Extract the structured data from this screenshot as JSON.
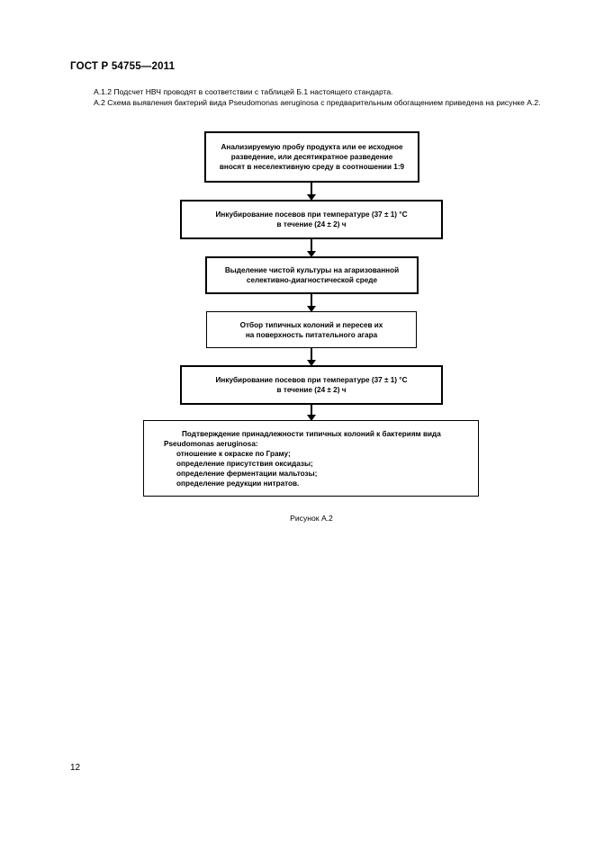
{
  "header": {
    "doc_code": "ГОСТ Р 54755—2011"
  },
  "paragraphs": {
    "p1": "А.1.2 Подсчет НВЧ проводят в соответствии с таблицей Б.1 настоящего стандарта.",
    "p2": "А.2 Схема выявления бактерий вида Pseudomonas aeruginosa с предварительным обогащением приведена на рисунке А.2."
  },
  "flowchart": {
    "step1": [
      "Анализируемую пробу продукта или ее исходное",
      "разведение, или десятикратное разведение",
      "вносят в неселективную среду в соотношении 1:9"
    ],
    "step2": [
      "Инкубирование посевов при температуре (37 ± 1) °С",
      "в течение (24 ± 2) ч"
    ],
    "step3": [
      "Выделение чистой культуры на агаризованной",
      "селективно-диагностической среде"
    ],
    "step4": [
      "Отбор типичных колоний и пересев их",
      "на поверхность питательного агара"
    ],
    "step5": [
      "Инкубирование посевов при температуре (37 ± 1) °С",
      "в течение (24 ± 2) ч"
    ],
    "step6": {
      "title": [
        "Подтверждение принадлежности типичных колоний к бактериям вида",
        "Pseudomonas aeruginosa:"
      ],
      "items": [
        "отношение к окраске по Граму;",
        "определение присутствия оксидазы;",
        "определение ферментации мальтозы;",
        "определение редукции нитратов."
      ]
    }
  },
  "caption": "Рисунок А.2",
  "page_number": "12"
}
